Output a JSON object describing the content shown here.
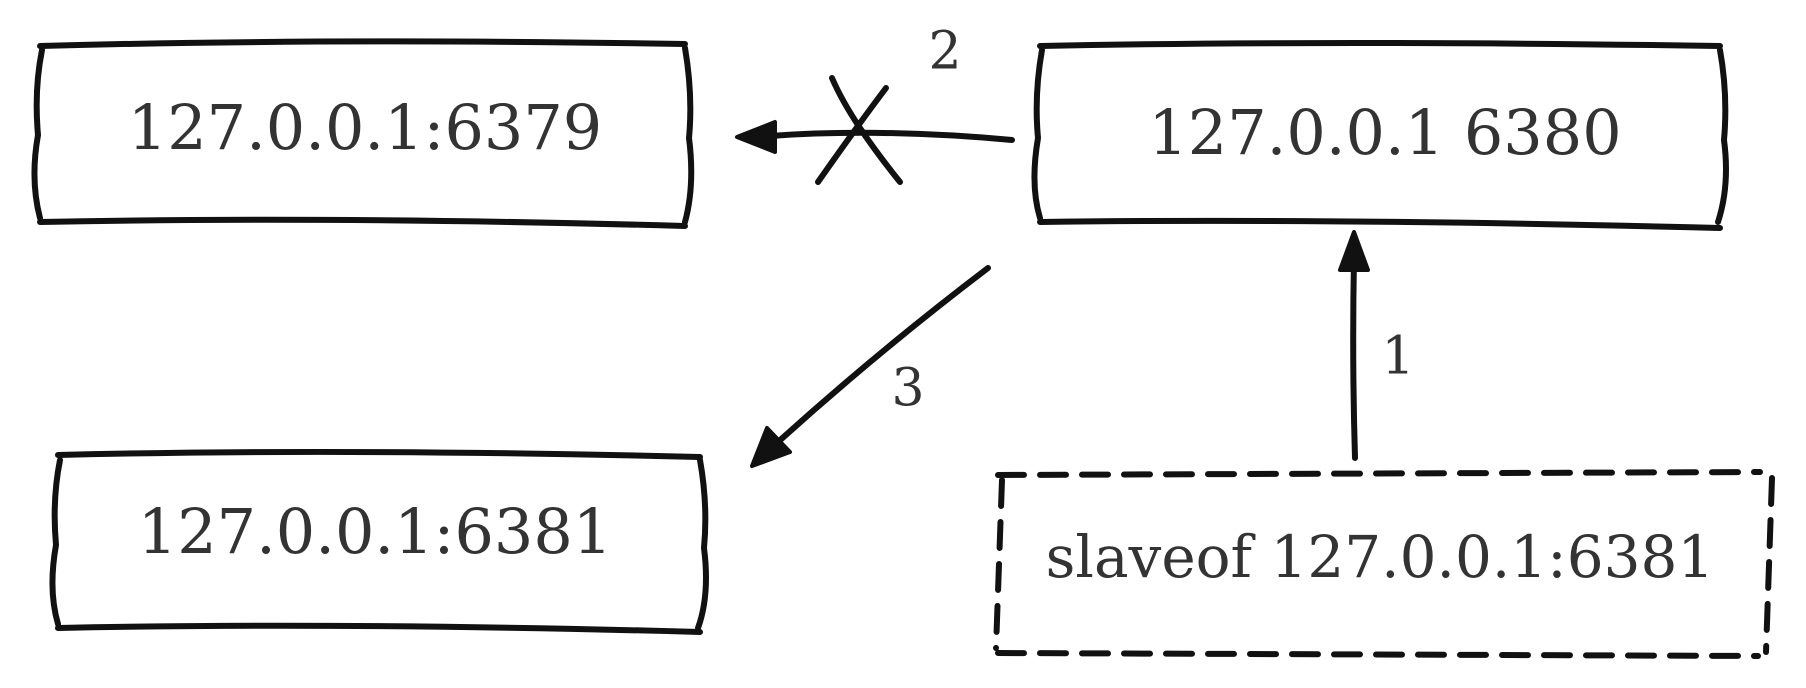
{
  "nodes": {
    "master_6379": {
      "label": "127.0.0.1:6379"
    },
    "slave_6380": {
      "label": "127.0.0.1 6380"
    },
    "slave_6381": {
      "label": "127.0.0.1:6381"
    },
    "command": {
      "label": "slaveof 127.0.0.1:6381"
    }
  },
  "edges": {
    "step1": {
      "label": "1",
      "from": "command",
      "to": "slave_6380"
    },
    "step2": {
      "label": "2",
      "from": "slave_6380",
      "to": "master_6379",
      "crossed_out": true
    },
    "step3": {
      "label": "3",
      "from": "slave_6380",
      "to": "slave_6381"
    }
  }
}
